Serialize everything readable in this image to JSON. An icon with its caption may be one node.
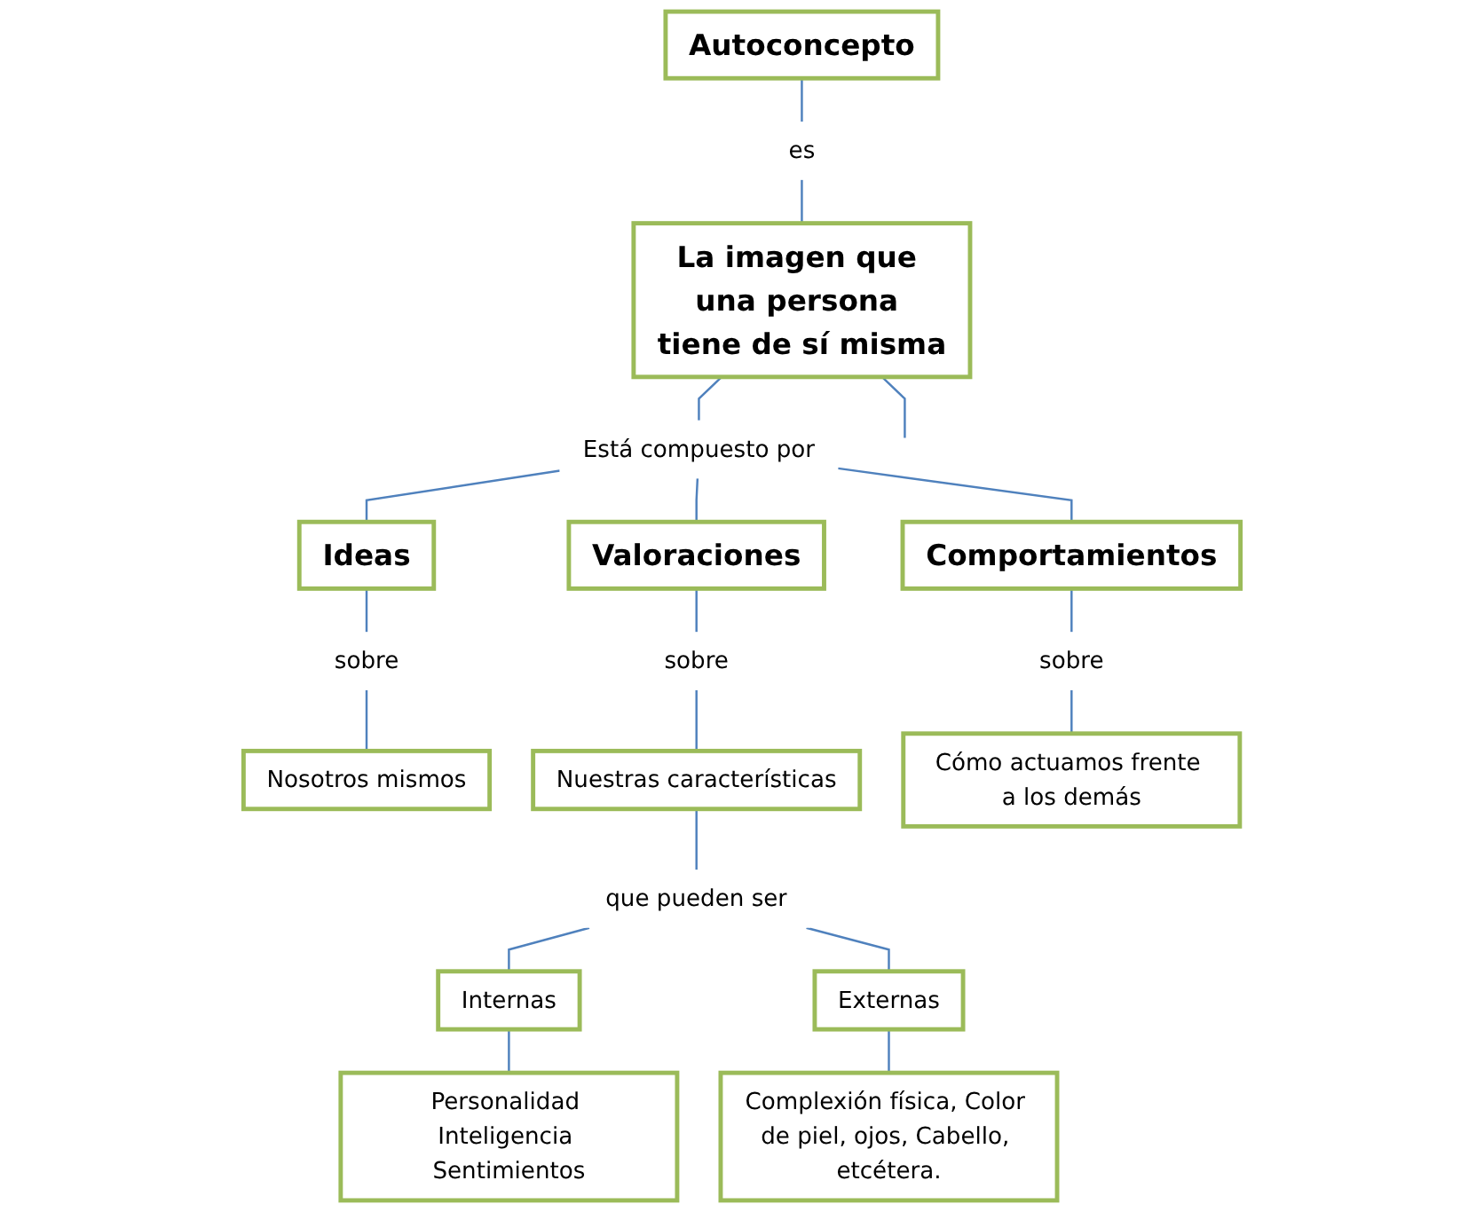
{
  "diagram": {
    "nodes": [
      {
        "text": [
          "Autoconcepto"
        ]
      },
      {
        "text": [
          "es"
        ]
      },
      {
        "text": [
          "La imagen que una persona tiene de sí misma"
        ]
      },
      {
        "text": [
          "Está compuesto por"
        ]
      },
      {
        "text": [
          "Ideas"
        ]
      },
      {
        "text": [
          "Valoraciones"
        ]
      },
      {
        "text": [
          "Comportamientos"
        ]
      },
      {
        "text": [
          "sobre"
        ]
      },
      {
        "text": [
          "Nosotros mismos"
        ]
      },
      {
        "text": [
          "sobre"
        ]
      },
      {
        "text": [
          "Nuestras características"
        ]
      },
      {
        "text": [
          "sobre"
        ]
      },
      {
        "text": [
          "Cómo actuamos frente a los demás"
        ]
      },
      {
        "text": [
          "que pueden ser"
        ]
      },
      {
        "text": [
          "Internas"
        ]
      },
      {
        "text": [
          "Externas"
        ]
      },
      {
        "text": [
          "Personalidad Inteligencia Sentimientos"
        ]
      },
      {
        "text": [
          "Complexión física, Color de piel, ojos, Cabello, etcétera."
        ]
      }
    ],
    "edges": [
      {
        "from": 0,
        "to": 1,
        "arrow": "none"
      },
      {
        "from": 1,
        "to": 2,
        "arrow": "none"
      },
      {
        "from": 2,
        "to": null,
        "arrow": "none"
      },
      {
        "from": 2,
        "to": 3,
        "arrow": "none"
      },
      {
        "from": 3,
        "to": 4,
        "arrow": "none"
      },
      {
        "from": 3,
        "to": 5,
        "arrow": "none"
      },
      {
        "from": 3,
        "to": 6,
        "arrow": "none"
      },
      {
        "from": 4,
        "to": 7,
        "arrow": "none"
      },
      {
        "from": 7,
        "to": 8,
        "arrow": "none"
      },
      {
        "from": 5,
        "to": 9,
        "arrow": "none"
      },
      {
        "from": 9,
        "to": 10,
        "arrow": "none"
      },
      {
        "from": 6,
        "to": 11,
        "arrow": "none"
      },
      {
        "from": 11,
        "to": 12,
        "arrow": "none"
      },
      {
        "from": 10,
        "to": 13,
        "arrow": "none"
      },
      {
        "from": 13,
        "to": 14,
        "arrow": "none"
      },
      {
        "from": 13,
        "to": 15,
        "arrow": "none"
      },
      {
        "from": 14,
        "to": 16,
        "arrow": "none"
      },
      {
        "from": 15,
        "to": 17,
        "arrow": "none"
      }
    ]
  }
}
